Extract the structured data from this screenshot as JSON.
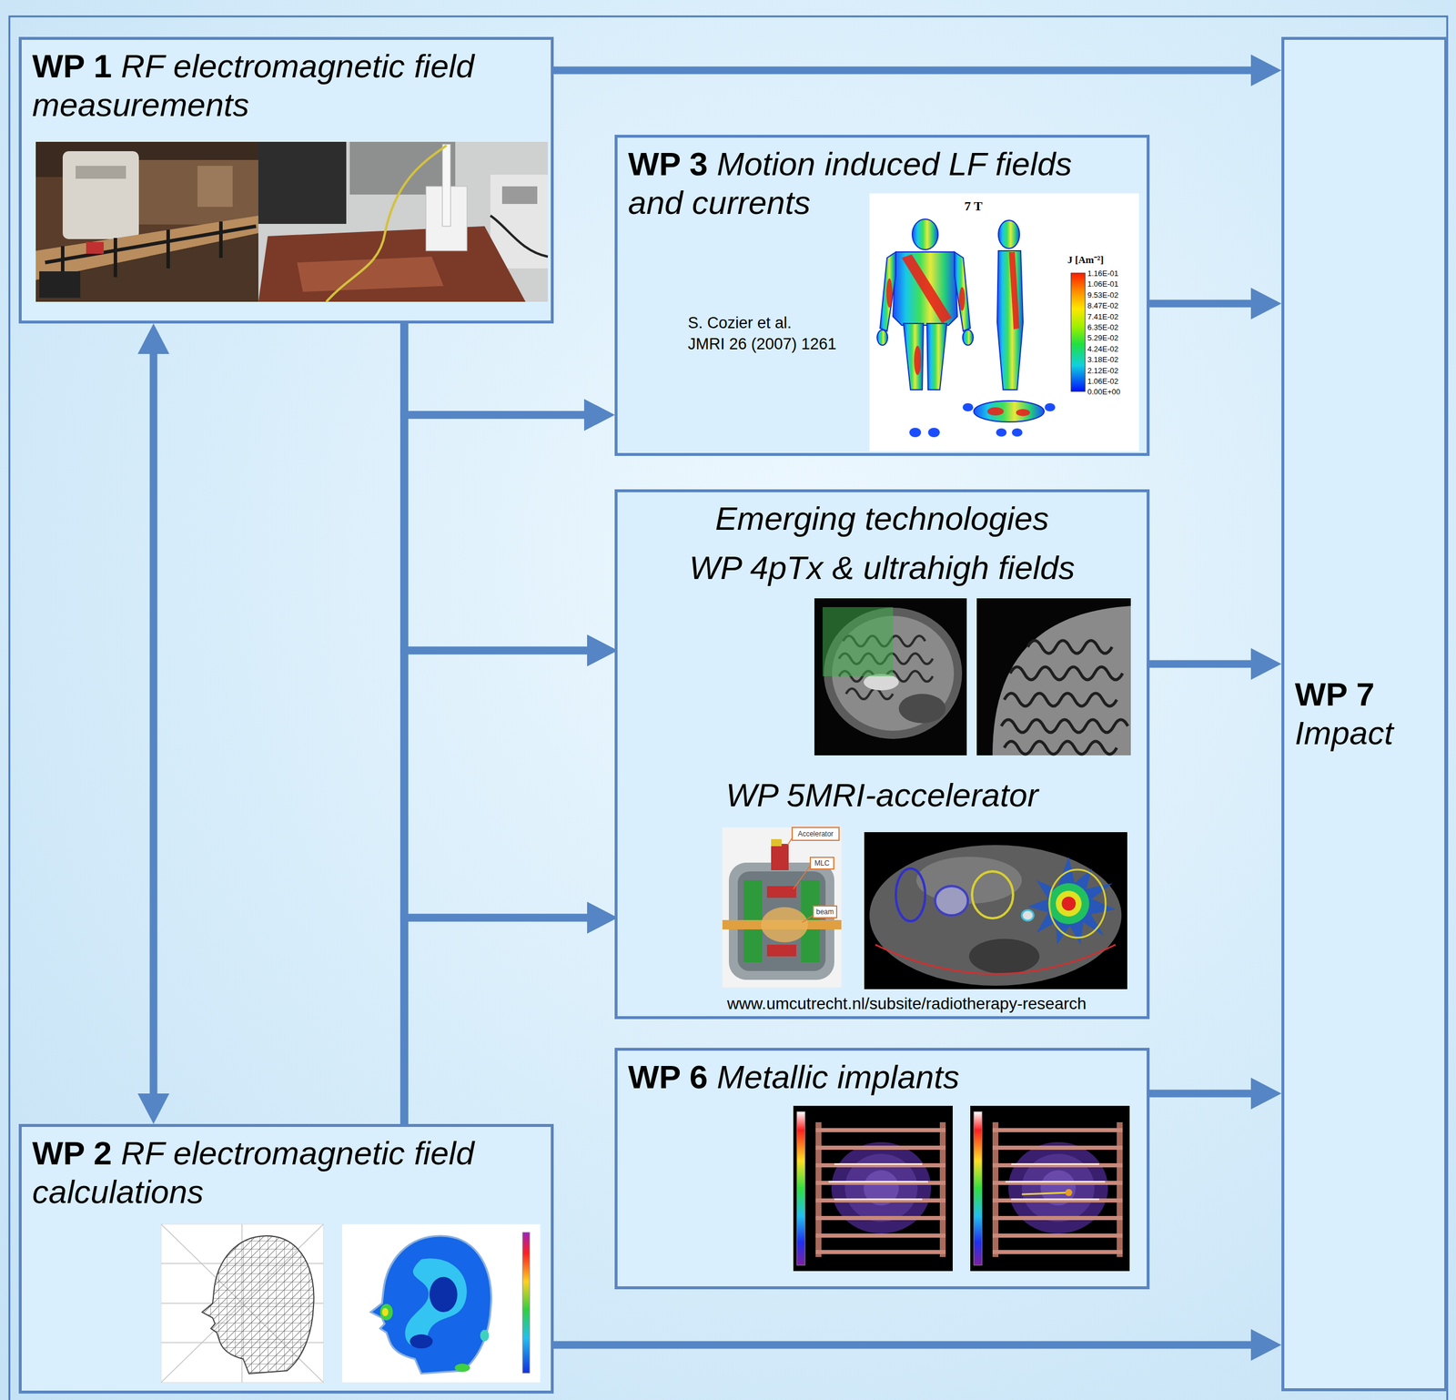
{
  "diagram": {
    "nodes": [
      {
        "text": [
          "WP 1",
          "RF electromagnetic field measurements"
        ]
      },
      {
        "text": [
          "WP 3",
          "Motion induced LF fields and currents"
        ]
      },
      {
        "text": [
          "Emerging technologies"
        ]
      },
      {
        "text": [
          "WP 4",
          "pTx & ultrahigh fields"
        ],
        "in": 2
      },
      {
        "text": [
          "WP 5",
          "MRI-accelerator"
        ],
        "in": 2
      },
      {
        "text": [
          "WP 6",
          "Metallic implants"
        ]
      },
      {
        "text": [
          "WP 2",
          "RF electromagnetic field calculations"
        ]
      },
      {
        "text": [
          "WP 7",
          "Impact"
        ]
      }
    ],
    "edges": [
      {
        "from": 0,
        "to": 7,
        "arrow": "to"
      },
      {
        "from": 0,
        "to": 6,
        "arrow": "both"
      },
      {
        "from": 0,
        "to": 1,
        "arrow": "to"
      },
      {
        "from": 0,
        "to": 3,
        "arrow": "to"
      },
      {
        "from": 0,
        "to": 4,
        "arrow": "to"
      },
      {
        "from": 6,
        "to": 1,
        "arrow": "to"
      },
      {
        "from": 6,
        "to": 3,
        "arrow": "to"
      },
      {
        "from": 6,
        "to": 4,
        "arrow": "to"
      },
      {
        "from": 1,
        "to": 7,
        "arrow": "to"
      },
      {
        "from": 2,
        "to": 7,
        "arrow": "to"
      },
      {
        "from": 5,
        "to": 7,
        "arrow": "to"
      },
      {
        "from": 6,
        "to": 7,
        "arrow": "to"
      }
    ],
    "labels": [
      "7 T",
      "S. Cozier et al.",
      "JMRI 26 (2007) 1261",
      "J [Am⁻²]",
      "1.16E-01",
      "1.06E-01",
      "9.53E-02",
      "8.47E-02",
      "7.41E-02",
      "6.35E-02",
      "5.29E-02",
      "4.24E-02",
      "3.18E-02",
      "2.12E-02",
      "1.06E-02",
      "0.00E+00",
      "Accelerator",
      "MLC",
      "beam",
      "www.umcutrecht.nl/subsite/radiotherapy-research"
    ]
  }
}
